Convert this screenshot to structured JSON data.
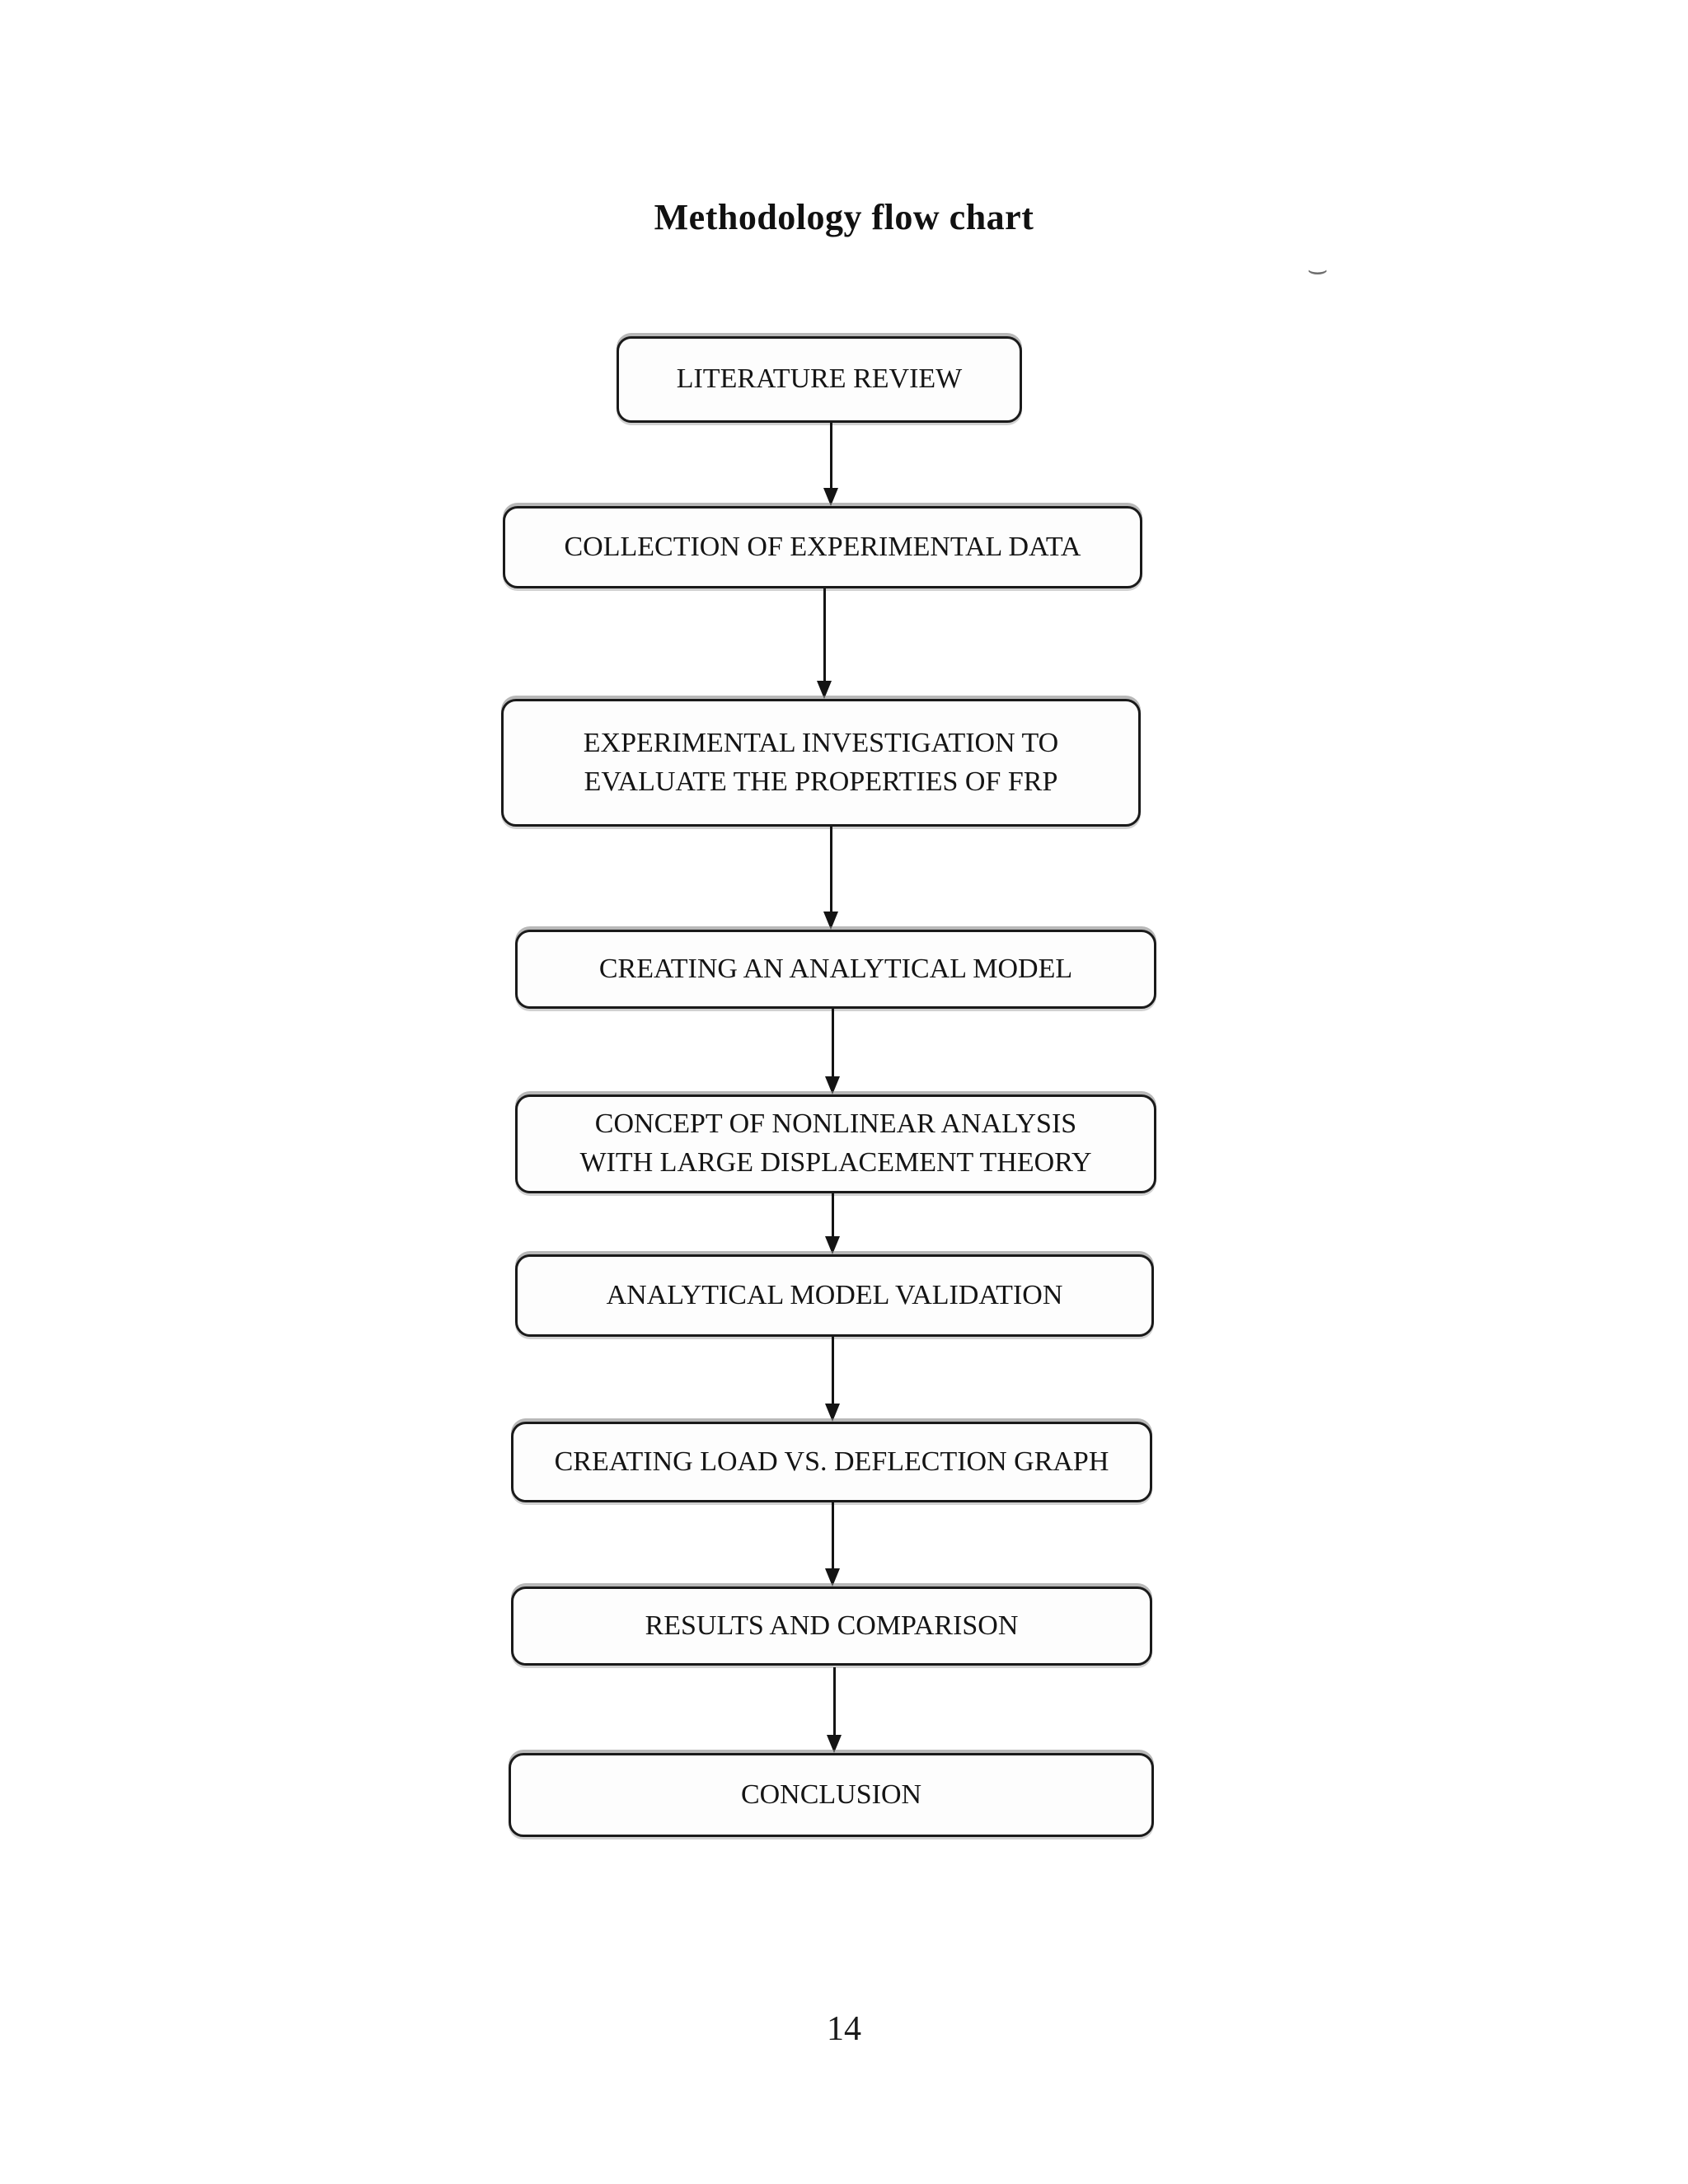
{
  "page": {
    "title": "Methodology flow chart",
    "page_number": "14"
  },
  "flowchart": {
    "direction": "top-down",
    "steps": [
      {
        "id": 1,
        "label": "LITERATURE REVIEW"
      },
      {
        "id": 2,
        "label": "COLLECTION OF EXPERIMENTAL DATA"
      },
      {
        "id": 3,
        "label": "EXPERIMENTAL INVESTIGATION TO EVALUATE THE PROPERTIES OF FRP"
      },
      {
        "id": 4,
        "label": "CREATING AN ANALYTICAL MODEL"
      },
      {
        "id": 5,
        "label": "CONCEPT OF NONLINEAR ANALYSIS WITH LARGE DISPLACEMENT THEORY"
      },
      {
        "id": 6,
        "label": "ANALYTICAL MODEL VALIDATION"
      },
      {
        "id": 7,
        "label": "CREATING LOAD VS. DEFLECTION GRAPH"
      },
      {
        "id": 8,
        "label": "RESULTS AND COMPARISON"
      },
      {
        "id": 9,
        "label": "CONCLUSION"
      }
    ],
    "connector_count": 8
  },
  "colors": {
    "ink": "#141414",
    "box_border": "#1a1a1a",
    "box_fill": "#fdfdfd",
    "page_background": "#ffffff",
    "scan_smudge_gray": "#6e6e6e"
  },
  "artifacts": {
    "smudge_mark": "⌣"
  }
}
